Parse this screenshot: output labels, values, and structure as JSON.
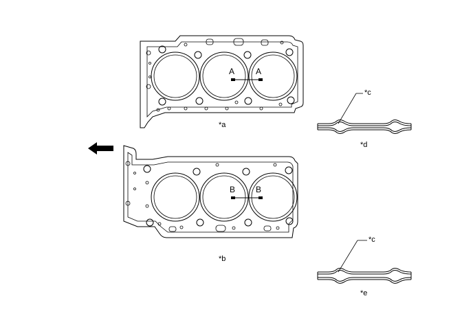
{
  "gasket_a": {
    "label": "*a",
    "section_left": "A",
    "section_right": "A"
  },
  "gasket_b": {
    "label": "*b",
    "section_left": "B",
    "section_right": "B"
  },
  "section_d": {
    "callout": "*c",
    "label": "*d"
  },
  "section_e": {
    "callout": "*c",
    "label": "*e"
  },
  "arrow": {
    "icon": "left-arrow-icon"
  }
}
